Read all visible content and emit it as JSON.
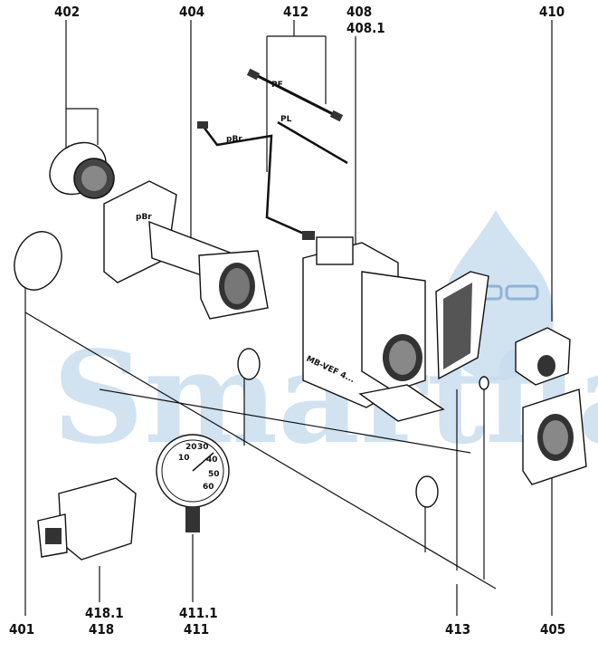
{
  "watermark": {
    "text": "Smartflam"
  },
  "labels": {
    "p402": "402",
    "p404": "404",
    "p412": "412",
    "p408": "408",
    "p408_1": "408.1",
    "p410": "410",
    "p401": "401",
    "p418_1": "418.1",
    "p418": "418",
    "p411_1": "411.1",
    "p411": "411",
    "p413": "413",
    "p405": "405"
  },
  "tube_labels": {
    "pf": "PF",
    "pl": "PL",
    "pbr": "pBr",
    "pbr2": "pBr"
  },
  "body_text": "MB-VEF 4...",
  "gauge_marks": [
    "10",
    "20",
    "30",
    "40",
    "50",
    "60"
  ],
  "colors": {
    "watermark": "#c9ddef",
    "line": "#111111"
  }
}
